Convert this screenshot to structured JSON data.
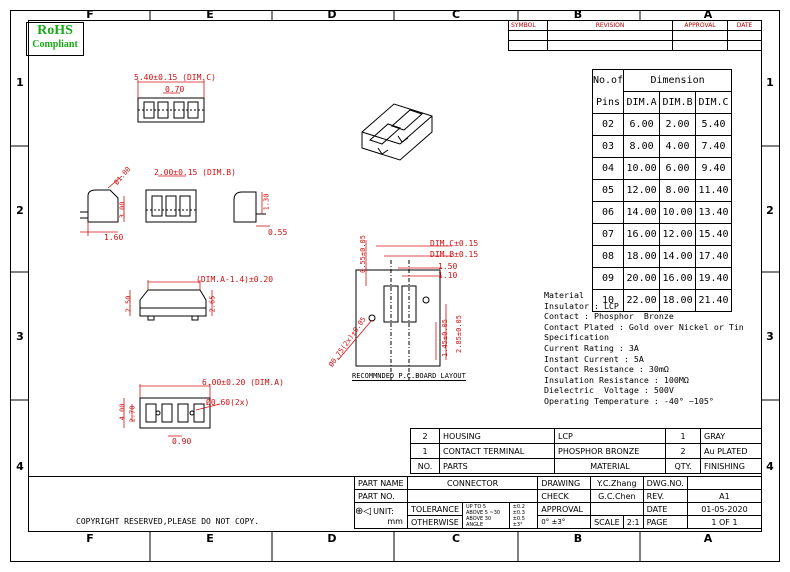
{
  "zones": {
    "columns": [
      "F",
      "E",
      "D",
      "C",
      "B",
      "A"
    ],
    "rows": [
      "1",
      "2",
      "3",
      "4"
    ]
  },
  "rohs": {
    "line1": "RoHS",
    "line2": "Compliant"
  },
  "revision_block": {
    "headers": [
      "SYMBOL",
      "REVISION",
      "APPROVAL",
      "DATE"
    ]
  },
  "dimension_table": {
    "header_col1": "No.of",
    "header_col1b": "Pins",
    "header_title": "Dimension",
    "columns": [
      "DIM.A",
      "DIM.B",
      "DIM.C"
    ],
    "rows": [
      [
        "02",
        "6.00",
        "2.00",
        "5.40"
      ],
      [
        "03",
        "8.00",
        "4.00",
        "7.40"
      ],
      [
        "04",
        "10.00",
        "6.00",
        "9.40"
      ],
      [
        "05",
        "12.00",
        "8.00",
        "11.40"
      ],
      [
        "06",
        "14.00",
        "10.00",
        "13.40"
      ],
      [
        "07",
        "16.00",
        "12.00",
        "15.40"
      ],
      [
        "08",
        "18.00",
        "14.00",
        "17.40"
      ],
      [
        "09",
        "20.00",
        "16.00",
        "19.40"
      ],
      [
        "10",
        "22.00",
        "18.00",
        "21.40"
      ]
    ]
  },
  "drawing_labels": {
    "top_c": "5.40±0.15 (DIM.C)",
    "top_070": "0.70",
    "side_diam": "Ø1.00",
    "side_300": "3.00",
    "side_160": "1.60",
    "front_b": "2.00±0.15 (DIM.B)",
    "right_130": "1.30",
    "right_055": "0.55",
    "mid_a": "(DIM.A-1.4)±0.20",
    "mid_250": "2.50",
    "mid_265": "2.65",
    "bot_a": "6.00±0.20 (DIM.A)",
    "bot_400": "4.00",
    "bot_270": "2.70",
    "bot_hole": "Ø0.60(2x)",
    "bot_090": "0.90",
    "pcb_c": "DIM.C±0.15",
    "pcb_b": "DIM.B±0.15",
    "pcb_150": "1.50",
    "pcb_110": "1.10",
    "pcb_055": "0.55±0.05",
    "pcb_diam": "Ø0.75(2x)±0.05",
    "pcb_145": "1.45±0.05",
    "pcb_285": "2.85±0.05",
    "pcb_title": "RECOMMNDED P.C.BOARD LAYOUT"
  },
  "material_notes": [
    "Material",
    "Insulator : LCP",
    "Contact : Phosphor  Bronze",
    "Contact Plated : Gold over Nickel or Tin",
    "Specification",
    "Current Rating : 3A",
    "Instant Current : 5A",
    "Contact Resistance : 30mΩ",
    "Insulation Resistance : 100MΩ",
    "Dielectric  Voltage : 500V",
    "Operating Temperature : -40° ~105°"
  ],
  "bom": {
    "rows": [
      {
        "no": "2",
        "part": "HOUSING",
        "material": "LCP",
        "qty": "1",
        "finish": "GRAY"
      },
      {
        "no": "1",
        "part": "CONTACT TERMINAL",
        "material": "PHOSPHOR BRONZE",
        "qty": "2",
        "finish": "Au PLATED"
      }
    ],
    "header": {
      "no": "NO.",
      "part": "PARTS",
      "material": "MATERIAL",
      "qty": "QTY.",
      "finish": "FINISHING"
    }
  },
  "title_block": {
    "part_name_label": "PART NAME",
    "part_name": "CONNECTOR",
    "part_no_label": "PART NO.",
    "unit_label": "UNIT:",
    "unit": "mm",
    "tolerance_label": "TOLERANCE",
    "otherwise_label": "OTHERWISE",
    "tol_up": "UP TO 5",
    "tol_up_val": "±0.2",
    "tol_above5": "ABOVE 5 ~30",
    "tol_above5_val": "±0.3",
    "tol_above30": "ABOVE 30",
    "tol_above30_val": "±0.5",
    "tol_angle": "ANGLE",
    "tol_angle_val": "±3°",
    "angle_label": "ANGLE",
    "angle_val": "0° ±3°",
    "drawing_label": "DRAWING",
    "drawing_by": "Y.C.Zhang",
    "check_label": "CHECK",
    "check_by": "G.C.Chen",
    "approval_label": "APPROVAL",
    "scale_label": "SCALE",
    "scale": "2:1",
    "dwg_label": "DWG.NO.",
    "rev_label": "REV.",
    "rev": "A1",
    "date_label": "DATE",
    "date": "01-05-2020",
    "page_label": "PAGE",
    "page": "1 OF 1",
    "copyright": "COPYRIGHT RESERVED,PLEASE DO NOT COPY."
  }
}
